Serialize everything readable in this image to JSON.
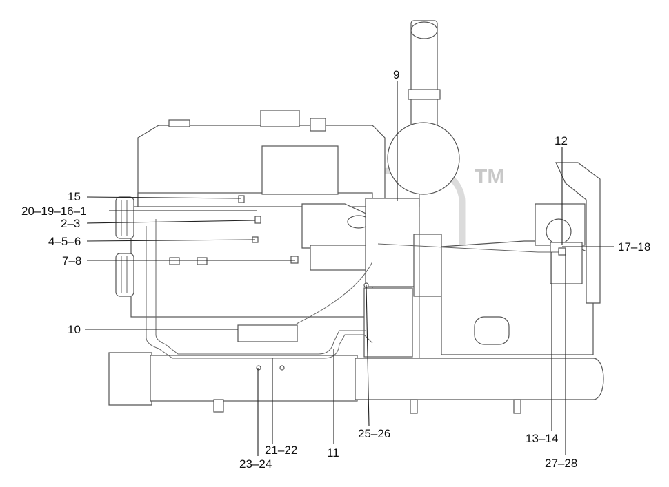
{
  "watermark": {
    "trademark": "TM"
  },
  "callouts": [
    {
      "id": "c15",
      "text": "15"
    },
    {
      "id": "c20",
      "text": "20–19–16–1"
    },
    {
      "id": "c2",
      "text": "2–3"
    },
    {
      "id": "c4",
      "text": "4–5–6"
    },
    {
      "id": "c7",
      "text": "7–8"
    },
    {
      "id": "c10",
      "text": "10"
    },
    {
      "id": "c9",
      "text": "9"
    },
    {
      "id": "c12",
      "text": "12"
    },
    {
      "id": "c17",
      "text": "17–18"
    },
    {
      "id": "c13",
      "text": "13–14"
    },
    {
      "id": "c27",
      "text": "27–28"
    },
    {
      "id": "c25",
      "text": "25–26"
    },
    {
      "id": "c11",
      "text": "11"
    },
    {
      "id": "c21",
      "text": "21–22"
    },
    {
      "id": "c23",
      "text": "23–24"
    }
  ]
}
